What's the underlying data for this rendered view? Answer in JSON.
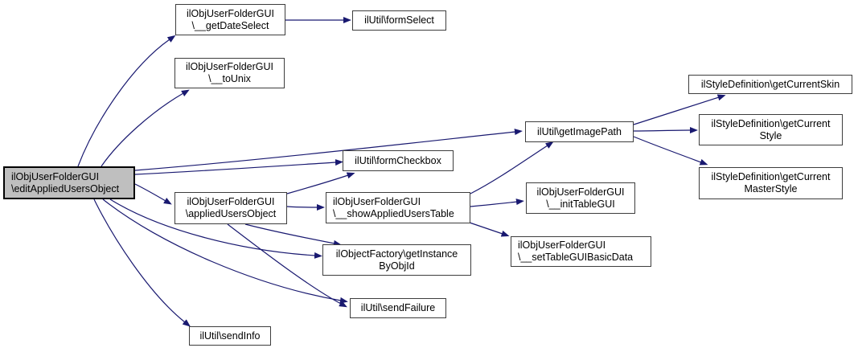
{
  "diagram": {
    "type": "doxygen-call-graph",
    "colors": {
      "edge": "#191970",
      "node_fill": "#ffffff",
      "node_border": "#3d3d3d",
      "root_fill": "#bfbfbf",
      "root_border": "#000000"
    },
    "nodes": {
      "editAppliedUsersObject": {
        "line1": "ilObjUserFolderGUI",
        "line2": "\\editAppliedUsersObject"
      },
      "getDateSelect": {
        "line1": "ilObjUserFolderGUI",
        "line2": "\\__getDateSelect"
      },
      "formSelect": {
        "line1": "ilUtil\\formSelect"
      },
      "toUnix": {
        "line1": "ilObjUserFolderGUI",
        "line2": "\\__toUnix"
      },
      "formCheckbox": {
        "line1": "ilUtil\\formCheckbox"
      },
      "appliedUsersObject": {
        "line1": "ilObjUserFolderGUI",
        "line2": "\\appliedUsersObject"
      },
      "showAppliedUsersTable": {
        "line1": "ilObjUserFolderGUI",
        "line2": "\\__showAppliedUsersTable"
      },
      "getInstanceByObjId": {
        "line1": "ilObjectFactory\\getInstance",
        "line2": "ByObjId"
      },
      "sendFailure": {
        "line1": "ilUtil\\sendFailure"
      },
      "sendInfo": {
        "line1": "ilUtil\\sendInfo"
      },
      "getImagePath": {
        "line1": "ilUtil\\getImagePath"
      },
      "getCurrentSkin": {
        "line1": "ilStyleDefinition\\getCurrentSkin"
      },
      "getCurrentStyle": {
        "line1": "ilStyleDefinition\\getCurrent",
        "line2": "Style"
      },
      "getCurrentMasterStyle": {
        "line1": "ilStyleDefinition\\getCurrent",
        "line2": "MasterStyle"
      },
      "initTableGUI": {
        "line1": "ilObjUserFolderGUI",
        "line2": "\\__initTableGUI"
      },
      "setTableGUIBasicData": {
        "line1": "ilObjUserFolderGUI",
        "line2": "\\__setTableGUIBasicData"
      }
    },
    "edges": [
      "editAppliedUsersObject -> __getDateSelect",
      "editAppliedUsersObject -> __toUnix",
      "editAppliedUsersObject -> formCheckbox",
      "editAppliedUsersObject -> getImagePath",
      "editAppliedUsersObject -> appliedUsersObject",
      "editAppliedUsersObject -> getInstanceByObjId",
      "editAppliedUsersObject -> sendFailure",
      "editAppliedUsersObject -> sendInfo",
      "__getDateSelect -> formSelect",
      "appliedUsersObject -> formCheckbox",
      "appliedUsersObject -> __showAppliedUsersTable",
      "appliedUsersObject -> getInstanceByObjId",
      "appliedUsersObject -> sendFailure",
      "__showAppliedUsersTable -> getImagePath",
      "__showAppliedUsersTable -> __initTableGUI",
      "__showAppliedUsersTable -> __setTableGUIBasicData",
      "getImagePath -> getCurrentSkin",
      "getImagePath -> getCurrentStyle",
      "getImagePath -> getCurrentMasterStyle"
    ]
  }
}
